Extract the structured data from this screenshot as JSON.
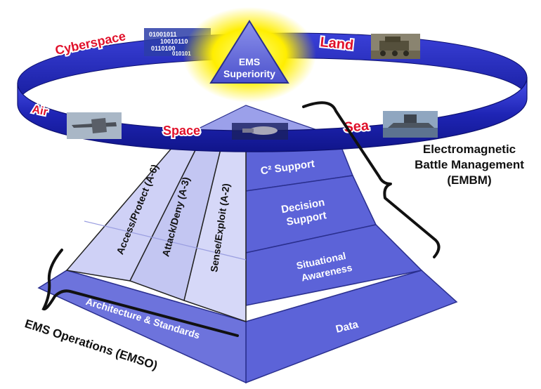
{
  "ring": {
    "domains": {
      "cyberspace": "Cyberspace",
      "land": "Land",
      "air": "Air",
      "space": "Space",
      "sea": "Sea"
    },
    "cyber_binary": [
      "01001011",
      "10010110",
      "0110100",
      "010101"
    ]
  },
  "apex": {
    "line1": "EMS",
    "line2": "Superiority"
  },
  "right_face": {
    "c2_support": "C² Support",
    "decision_support": [
      "Decision",
      "Support"
    ],
    "situational_awareness": [
      "Situational",
      "Awareness"
    ],
    "data": "Data"
  },
  "left_face": {
    "access_protect": "Access/Protect (A-6)",
    "attack_deny": "Attack/Deny (A-3)",
    "sense_exploit": "Sense/Exploit (A-2)",
    "architecture": "Architecture & Standards"
  },
  "callouts": {
    "embm": [
      "Electromagnetic",
      "Battle Management",
      "(EMBM)"
    ],
    "emso": "EMS Operations (EMSO)"
  },
  "colors": {
    "ring_blue": "#1e24b4",
    "pyramid_right": "#5c63d8",
    "pyramid_left": "#cfd1f6",
    "pyramid_left_mid": "#c3c6f2",
    "apex_glow": "#ffee00",
    "domain_label_red": "#e0102a"
  }
}
